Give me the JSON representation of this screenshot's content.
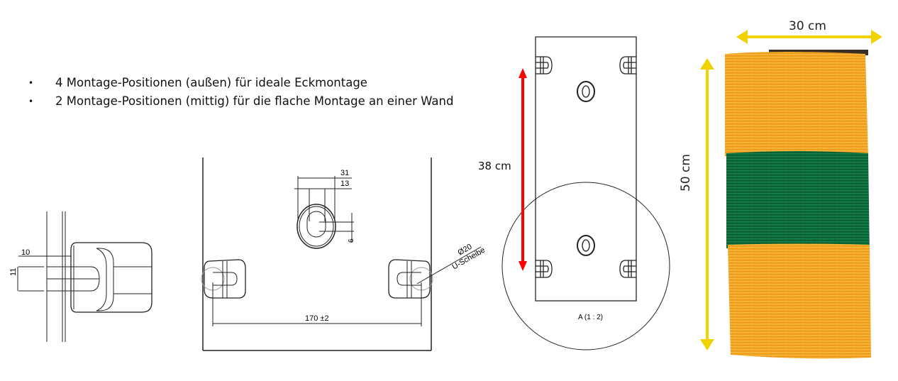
{
  "bullets": [
    {
      "marker": "•",
      "text": "4 Montage-Positionen (außen) für ideale Eckmontage"
    },
    {
      "marker": "•",
      "text": "2 Montage-Positionen (mittig) für die flache Montage an einer Wand"
    }
  ],
  "detail_left": {
    "dim_depth": "10",
    "dim_slot": "11"
  },
  "plate_drawing": {
    "dim_outer": "31",
    "dim_inner": "13",
    "dim_slot_height": "6",
    "dim_spacing": "170 ±2",
    "washer_diameter": "Ø20",
    "washer_label": "U-Scheibe"
  },
  "overview_drawing": {
    "height_label": "38 cm",
    "detail_label": "A (1 : 2)",
    "arrow_color": "#ff0000"
  },
  "brush_photo": {
    "width_label": "30 cm",
    "height_label": "50 cm",
    "arrow_color": "#f2d200",
    "bristle_orange": "#f5a623",
    "bristle_green": "#0d6b3c",
    "mount_color": "#3a2f25"
  }
}
